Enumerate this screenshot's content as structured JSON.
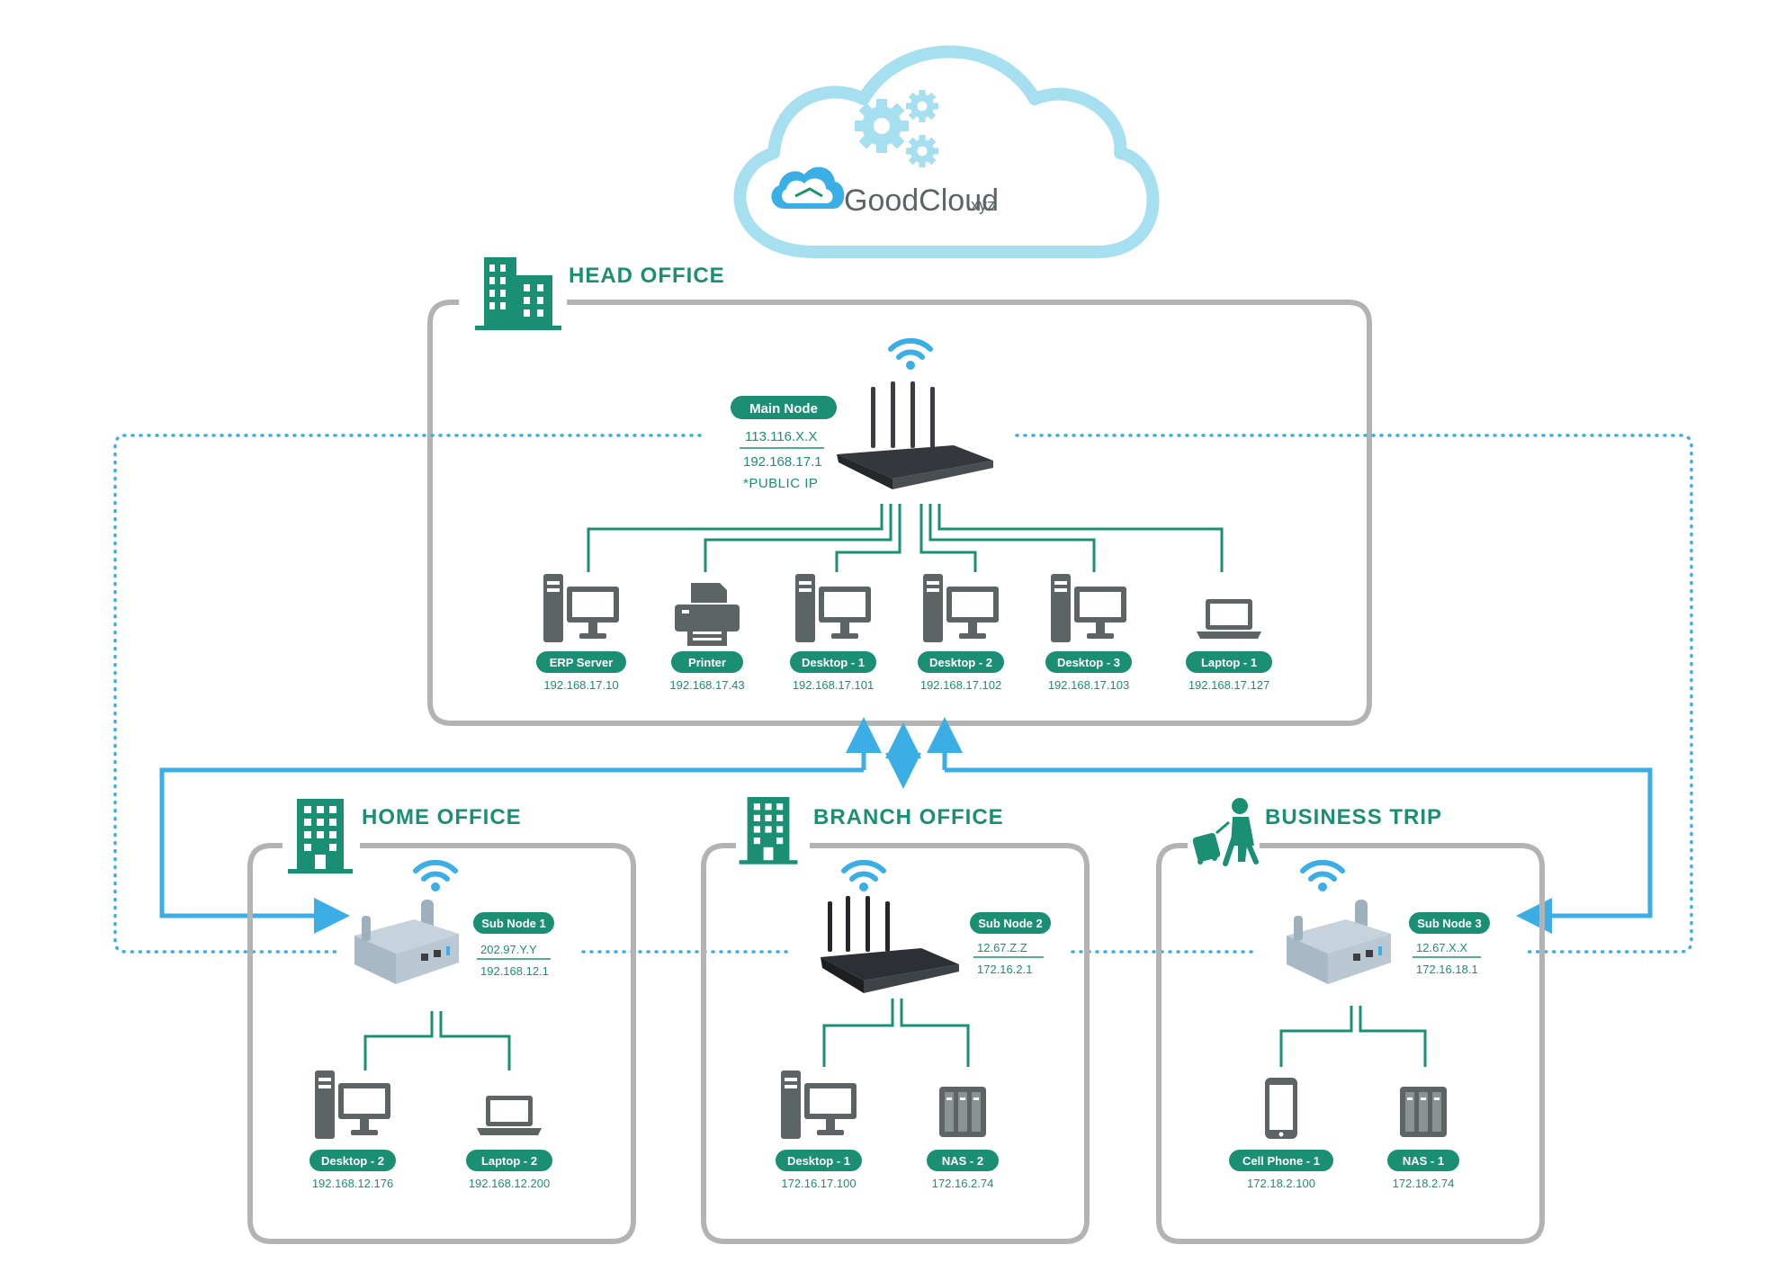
{
  "cloud": {
    "brand_main": "GoodCloud",
    "brand_suffix": ".xyz",
    "icon": "gears-icon"
  },
  "colors": {
    "green": "#1b8f74",
    "gray": "#b3b3b3",
    "blue": "#3aaee5",
    "dark_gray": "#5c6466",
    "cloud": "#a6dff0"
  },
  "head_office": {
    "title": "HEAD OFFICE",
    "main_node": {
      "label": "Main Node",
      "ip1": "113.116.X.X",
      "ip2": "192.168.17.1",
      "note": "*PUBLIC IP"
    },
    "devices": [
      {
        "label": "ERP Server",
        "ip": "192.168.17.10",
        "icon": "desktop-icon"
      },
      {
        "label": "Printer",
        "ip": "192.168.17.43",
        "icon": "printer-icon"
      },
      {
        "label": "Desktop - 1",
        "ip": "192.168.17.101",
        "icon": "desktop-icon"
      },
      {
        "label": "Desktop - 2",
        "ip": "192.168.17.102",
        "icon": "desktop-icon"
      },
      {
        "label": "Desktop - 3",
        "ip": "192.168.17.103",
        "icon": "desktop-icon"
      },
      {
        "label": "Laptop - 1",
        "ip": "192.168.17.127",
        "icon": "laptop-icon"
      }
    ]
  },
  "home_office": {
    "title": "HOME OFFICE",
    "node": {
      "label": "Sub Node 1",
      "ip1": "202.97.Y.Y",
      "ip2": "192.168.12.1"
    },
    "devices": [
      {
        "label": "Desktop - 2",
        "ip": "192.168.12.176",
        "icon": "desktop-icon"
      },
      {
        "label": "Laptop - 2",
        "ip": "192.168.12.200",
        "icon": "laptop-icon"
      }
    ]
  },
  "branch_office": {
    "title": "BRANCH OFFICE",
    "node": {
      "label": "Sub Node 2",
      "ip1": "12.67.Z.Z",
      "ip2": "172.16.2.1"
    },
    "devices": [
      {
        "label": "Desktop - 1",
        "ip": "172.16.17.100",
        "icon": "desktop-icon"
      },
      {
        "label": "NAS - 2",
        "ip": "172.16.2.74",
        "icon": "nas-icon"
      }
    ]
  },
  "business_trip": {
    "title": "BUSINESS TRIP",
    "node": {
      "label": "Sub Node 3",
      "ip1": "12.67.X.X",
      "ip2": "172.16.18.1"
    },
    "devices": [
      {
        "label": "Cell Phone - 1",
        "ip": "172.18.2.100",
        "icon": "phone-icon"
      },
      {
        "label": "NAS - 1",
        "ip": "172.18.2.74",
        "icon": "nas-icon"
      }
    ]
  }
}
